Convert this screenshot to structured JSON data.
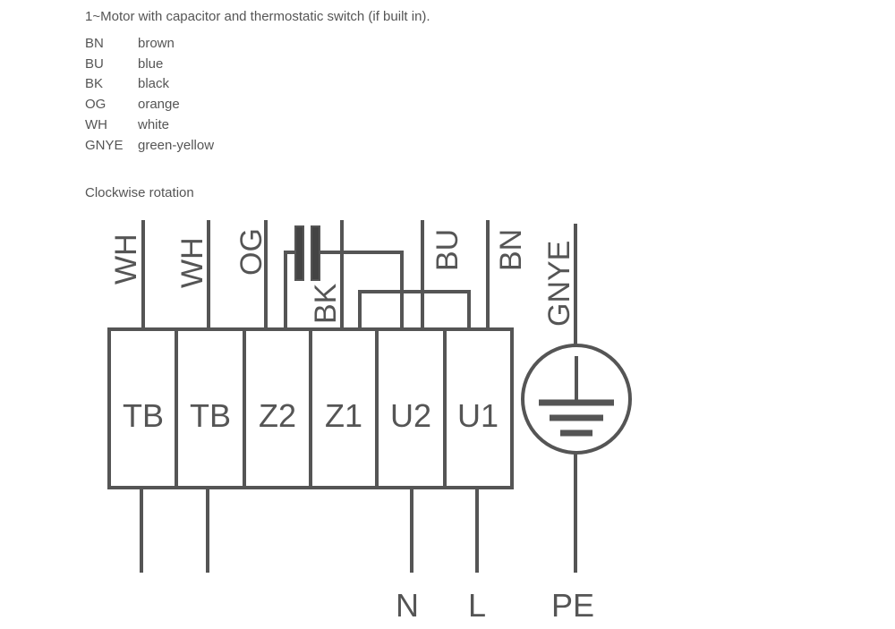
{
  "title": "1~Motor with capacitor and thermostatic switch (if built in).",
  "legend": [
    {
      "code": "BN",
      "color": "brown"
    },
    {
      "code": "BU",
      "color": "blue"
    },
    {
      "code": "BK",
      "color": "black"
    },
    {
      "code": "OG",
      "color": "orange"
    },
    {
      "code": "WH",
      "color": "white"
    },
    {
      "code": "GNYE",
      "color": "green-yellow"
    }
  ],
  "rotation": "Clockwise rotation",
  "wires": {
    "wh1": "WH",
    "wh2": "WH",
    "og": "OG",
    "bk": "BK",
    "bu": "BU",
    "bn": "BN",
    "gnye": "GNYE"
  },
  "terminals": [
    "TB",
    "TB",
    "Z2",
    "Z1",
    "U2",
    "U1"
  ],
  "supply": {
    "n": "N",
    "l": "L",
    "pe": "PE"
  }
}
